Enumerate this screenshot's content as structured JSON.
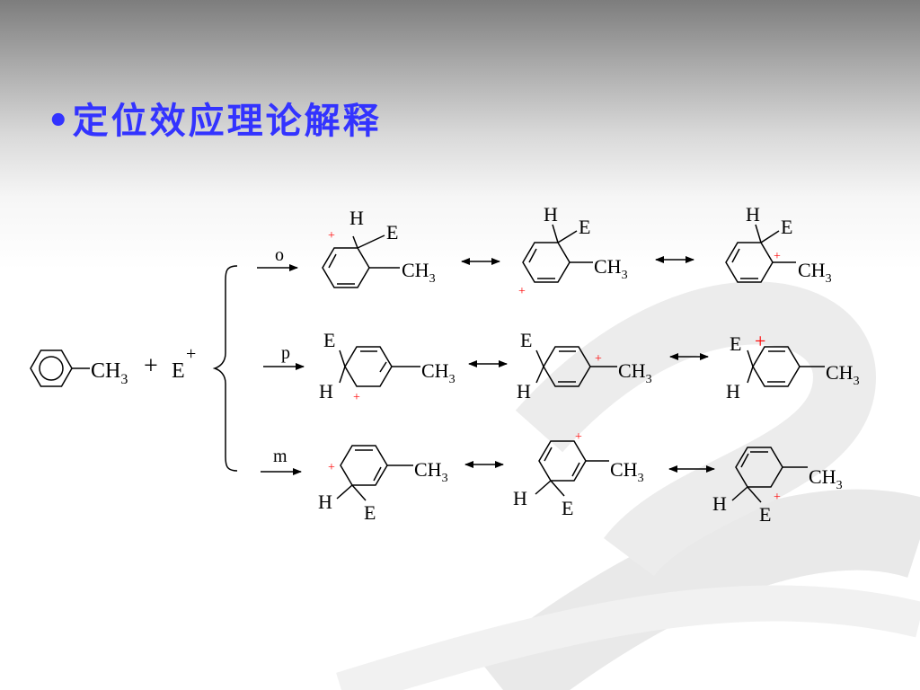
{
  "slide": {
    "bullet": "•",
    "title": "定位效应理论解释"
  },
  "colors": {
    "title": "#3333ff",
    "charge": "#ff0000",
    "ink": "#000000"
  },
  "reactant": {
    "methyl": "CH",
    "methyl_sub": "3",
    "plus": "+",
    "electrophile": "E",
    "electrophile_charge": "+"
  },
  "paths": {
    "ortho": "o",
    "para": "p",
    "meta": "m"
  },
  "labels": {
    "h": "H",
    "e": "E",
    "ch": "CH",
    "sub3": "3",
    "charge": "+"
  }
}
